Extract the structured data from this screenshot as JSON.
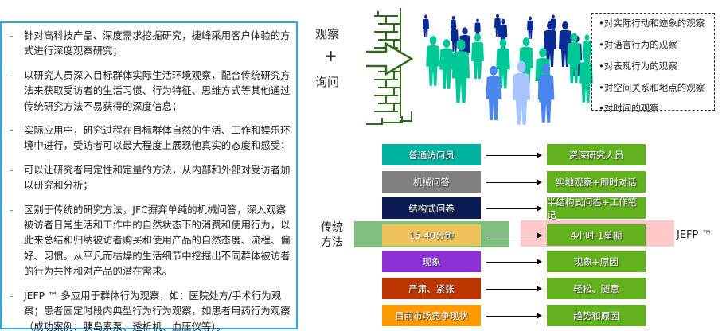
{
  "bullets": [
    "针对高科技产品、深度需求挖掘研究，捷峰采用客户体验的方式进行深度观察研究；",
    "以研究人员深入目标群体实际生活环境观察，配合传统研究方法来获取受访者的生活习惯、行为特征、思维方式等其他通过传统研究方法不易获得的深度信息；",
    "实际应用中，研究过程在目标群体自然的生活、工作和娱乐环境中进行，受访者可以最大程度上展现他真实的态度和感受；",
    "可以让研究者用定性和定量的方法，从内部和外部对受访者加以研究和分析；",
    "区别于传统的研究方法，JFC摒弃单纯的机械问答，深入观察被访者日常生活和工作中的自然状态下的消费和使用行为，以此来总结和归纳被访者购买和使用产品的自然态度、流程、偏好、习惯。从平凡而枯燥的生活细节中挖掘出不同群体被访者的行为共性和对产品的潜在需求。",
    "JEFP ™ 多应用于群体行为观察，如：医院处方/手术行为观察；患者固定时段内典型行为行为观察，如患者用药行为观察（成功案例：胰岛素泵、透析机、血压仪等）。"
  ],
  "top": {
    "observe": "观察",
    "plus": "+",
    "inquire": "询问",
    "observations": [
      "•对实际行动和迹象的观察",
      "•对语言行为的观察",
      "•对表现行为的观察",
      "•对空间关系和地点的观察",
      "•对时间的观察"
    ]
  },
  "traditional_label": "传统\n方法",
  "jefp_label": "JEFP ™",
  "traditional": [
    "普通访问员",
    "机械问答",
    "结构式问卷",
    "15-40分钟",
    "现象",
    "严肃、紧张",
    "目前市场竞争现状"
  ],
  "jefp": [
    "资深研究人员",
    "实地观察+即时对话",
    "半结构式问卷+工作笔记",
    "4小时-1星期",
    "现象+原因",
    "轻松、随意",
    "趋势和原因"
  ],
  "colors": {
    "traditional": [
      "#00b3a1",
      "#808080",
      "#0b1c55",
      "#efc35c",
      "#8b31d8",
      "#bb3500",
      "#ff9a00"
    ],
    "jefp": "#63b11e",
    "green_band": "#7fbf7f",
    "pink_band": "#ffc9c9",
    "wall": "#2e6b1a",
    "border": "#2aa8e0"
  }
}
